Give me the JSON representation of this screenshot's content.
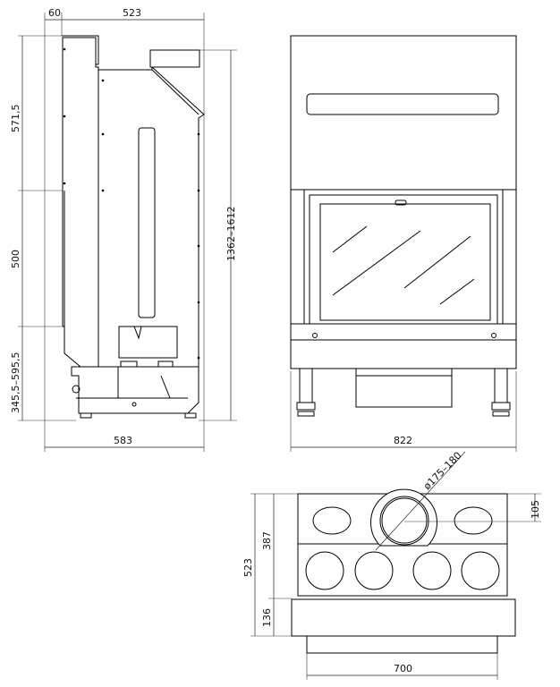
{
  "side_view": {
    "dim_top_left": "60",
    "dim_top_width": "523",
    "dim_left_upper": "571,5",
    "dim_left_middle": "500",
    "dim_left_lower": "345,5–595,5",
    "dim_right_height": "1362–1612",
    "dim_bottom_width": "583"
  },
  "front_view": {
    "dim_bottom_width": "822"
  },
  "top_view": {
    "dim_flue_diameter": "ø175–180",
    "dim_flue_offset": "105",
    "dim_total_depth": "523",
    "dim_upper_depth": "387",
    "dim_base_depth": "136",
    "dim_bottom_width": "700"
  }
}
